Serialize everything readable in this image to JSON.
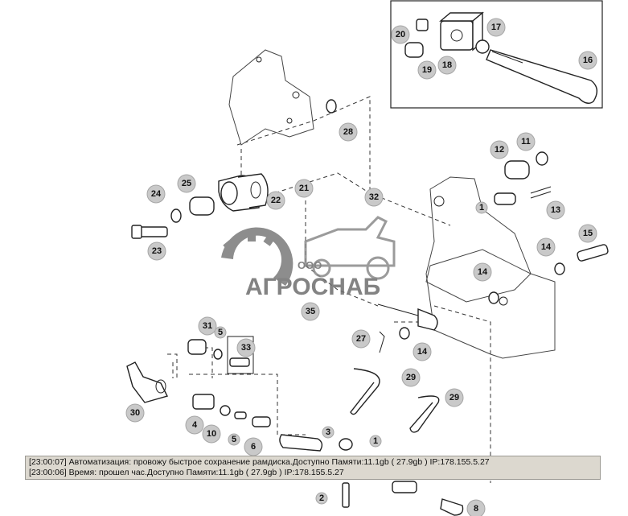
{
  "diagram": {
    "callouts": [
      {
        "id": "callout-20",
        "label": "20"
      },
      {
        "id": "callout-17",
        "label": "17"
      },
      {
        "id": "callout-18",
        "label": "18"
      },
      {
        "id": "callout-19",
        "label": "19"
      },
      {
        "id": "callout-16",
        "label": "16"
      },
      {
        "id": "callout-28",
        "label": "28"
      },
      {
        "id": "callout-11",
        "label": "11"
      },
      {
        "id": "callout-12",
        "label": "12"
      },
      {
        "id": "callout-25",
        "label": "25"
      },
      {
        "id": "callout-24",
        "label": "24"
      },
      {
        "id": "callout-22",
        "label": "22"
      },
      {
        "id": "callout-21",
        "label": "21"
      },
      {
        "id": "callout-32",
        "label": "32"
      },
      {
        "id": "callout-1a",
        "label": "1"
      },
      {
        "id": "callout-13",
        "label": "13"
      },
      {
        "id": "callout-23",
        "label": "23"
      },
      {
        "id": "callout-15",
        "label": "15"
      },
      {
        "id": "callout-14a",
        "label": "14"
      },
      {
        "id": "callout-14b",
        "label": "14"
      },
      {
        "id": "callout-35",
        "label": "35"
      },
      {
        "id": "callout-31",
        "label": "31"
      },
      {
        "id": "callout-5a",
        "label": "5"
      },
      {
        "id": "callout-33",
        "label": "33"
      },
      {
        "id": "callout-27",
        "label": "27"
      },
      {
        "id": "callout-14c",
        "label": "14"
      },
      {
        "id": "callout-29a",
        "label": "29"
      },
      {
        "id": "callout-29b",
        "label": "29"
      },
      {
        "id": "callout-30",
        "label": "30"
      },
      {
        "id": "callout-4",
        "label": "4"
      },
      {
        "id": "callout-10",
        "label": "10"
      },
      {
        "id": "callout-5b",
        "label": "5"
      },
      {
        "id": "callout-6",
        "label": "6"
      },
      {
        "id": "callout-3",
        "label": "3"
      },
      {
        "id": "callout-1b",
        "label": "1"
      },
      {
        "id": "callout-2",
        "label": "2"
      },
      {
        "id": "callout-8",
        "label": "8"
      }
    ]
  },
  "watermark": {
    "prefix": "ООО",
    "name": "АГРОСНАБ"
  },
  "log": {
    "lines": [
      "[23:00:07]  Автоматизация: провожу быстрое сохранение рамдиска.Доступно Памяти:11.1gb  ( 27.9gb ) IP:178.155.5.27",
      "[23:00:06]  Время: прошел час.Доступно Памяти:11.1gb  ( 27.9gb ) IP:178.155.5.27"
    ]
  },
  "colors": {
    "callout_fill": "#c9c9c9",
    "watermark": "#6e6e6e",
    "log_background": "#dcd8cf"
  }
}
